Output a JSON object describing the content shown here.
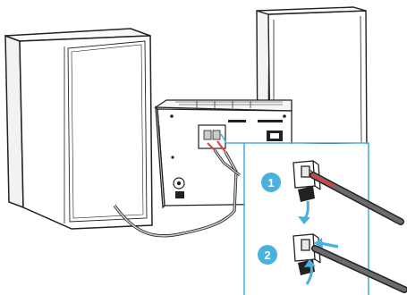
{
  "diagram": {
    "callout_steps": [
      {
        "number": "1",
        "action": "press-tab-insert-wire"
      },
      {
        "number": "2",
        "action": "insert-wire-release-tab"
      }
    ],
    "colors": {
      "callout_accent": "#4ab1de",
      "step_badge": "#4ab1de",
      "wire_red": "#e0403a",
      "line": "#222222"
    },
    "icons": [
      "speaker-left",
      "speaker-right",
      "main-unit",
      "speaker-cable",
      "terminal-connector",
      "press-arrow",
      "insert-arrow"
    ]
  }
}
